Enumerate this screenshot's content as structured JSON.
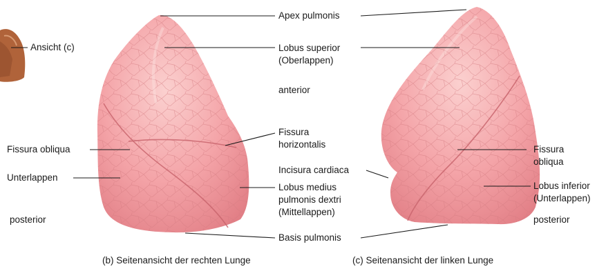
{
  "thumbnail": {
    "label": "Ansicht (c)"
  },
  "right_lung": {
    "labels": {
      "fissura_obliqua": "Fissura obliqua",
      "unterlappen": "Unterlappen",
      "posterior": "posterior"
    },
    "caption": "(b) Seitenansicht der rechten Lunge"
  },
  "center": {
    "apex": "Apex pulmonis",
    "lobus_superior": [
      "Lobus superior",
      "(Oberlappen)"
    ],
    "anterior": "anterior",
    "fissura_horizontalis": [
      "Fissura",
      "horizontalis"
    ],
    "incisura_cardiaca": "Incisura cardiaca",
    "lobus_medius": [
      "Lobus medius",
      "pulmonis dextri",
      "(Mittellappen)"
    ],
    "basis": "Basis pulmonis"
  },
  "left_lung": {
    "labels": {
      "fissura_obliqua": [
        "Fissura",
        "obliqua"
      ],
      "lobus_inferior": [
        "Lobus inferior",
        "(Unterlappen)"
      ],
      "posterior": "posterior"
    },
    "caption": "(c) Seitenansicht der linken Lunge"
  },
  "colors": {
    "lung_fill": "#f4a4a8",
    "lung_highlight": "#fbd0cf",
    "lung_shadow": "#e27f86",
    "lobule_lines": "#d27a80",
    "leader_lines": "#1a1a1a",
    "skin": "#b0633a"
  }
}
